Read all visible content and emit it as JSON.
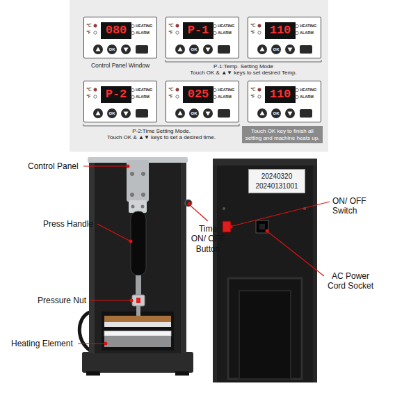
{
  "diagram": {
    "nodes": [
      {
        "text": [
          "080",
          "℃",
          "℉",
          "HEATING",
          "ALARM",
          "OK"
        ]
      },
      {
        "text": [
          "P-1",
          "℃",
          "℉",
          "HEATING",
          "ALARM",
          "OK"
        ]
      },
      {
        "text": [
          "110",
          "℃",
          "℉",
          "HEATING",
          "ALARM",
          "OK"
        ]
      },
      {
        "text": [
          "P-2",
          "℃",
          "℉",
          "HEATING",
          "ALARM",
          "OK"
        ]
      },
      {
        "text": [
          "025",
          "℃",
          "℉",
          "HEATING",
          "ALARM",
          "OK"
        ]
      },
      {
        "text": [
          "110",
          "℃",
          "℉",
          "HEATING",
          "ALARM",
          "OK"
        ]
      },
      {
        "text": [
          "Touch OK key to finish all setting and machine heats up."
        ]
      },
      {
        "text": [
          "20240320",
          "20240131001"
        ]
      }
    ],
    "labels": [
      "Control Panel Window",
      "P-1:Temp. Setting Mode",
      "Touch OK & ▲▼ keys to set desired Temp.",
      "P-2:Time Setting Mode.",
      "Touch OK & ▲▼ keys to set a desired time.",
      "Control Panel",
      "Press Handle",
      "Pressure Nut",
      "Heating Element",
      "Time ON/ OFF Button",
      "ON/ OFF Switch",
      "AC Power Cord Socket"
    ]
  }
}
